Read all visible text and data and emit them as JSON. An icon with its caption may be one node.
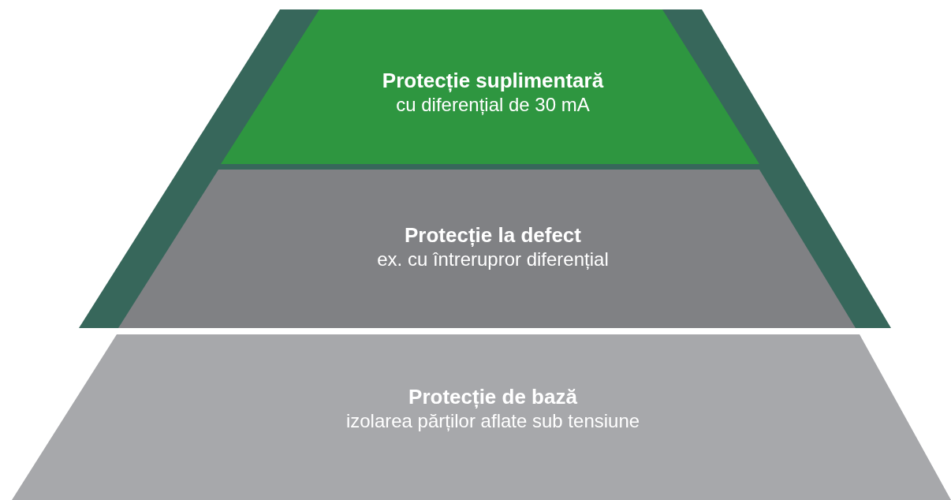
{
  "diagram": {
    "nodes": [
      {
        "text": [
          "Protecție suplimentară",
          "cu diferențial de 30 mA"
        ]
      },
      {
        "text": [
          "Protecție la defect",
          "ex. cu întrerupror diferențial"
        ]
      },
      {
        "text": [
          "Protecție de bază",
          "izolarea părților aflate sub tensiune"
        ]
      }
    ]
  }
}
